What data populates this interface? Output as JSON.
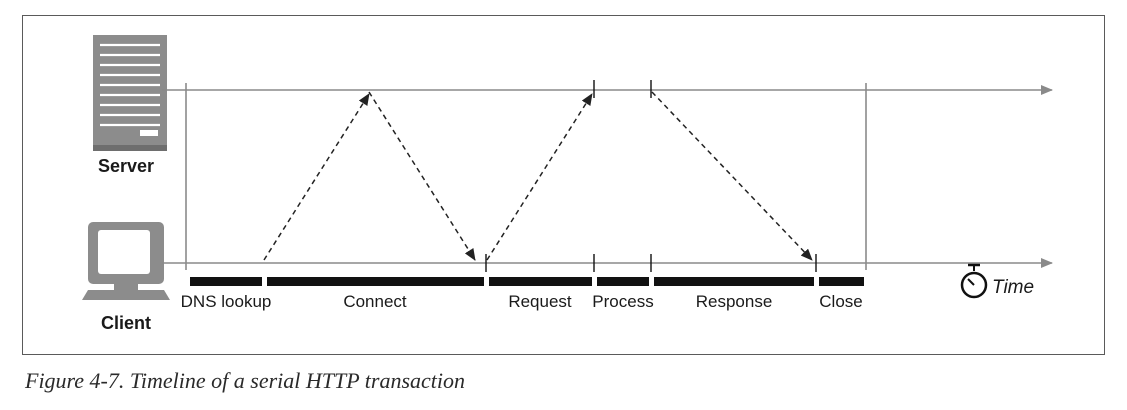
{
  "diagram": {
    "server_label": "Server",
    "client_label": "Client",
    "time_label": "Time",
    "phases": [
      {
        "id": "dns",
        "label": "DNS lookup"
      },
      {
        "id": "connect",
        "label": "Connect"
      },
      {
        "id": "request",
        "label": "Request"
      },
      {
        "id": "process",
        "label": "Process"
      },
      {
        "id": "response",
        "label": "Response"
      },
      {
        "id": "close",
        "label": "Close"
      }
    ],
    "icons": [
      "server-icon",
      "client-computer-icon",
      "stopwatch-icon"
    ],
    "colors": {
      "line": "#8a8a8a",
      "bar": "#111111",
      "icon": "#8c8c8c",
      "arrow": "#222222"
    }
  },
  "caption": "Figure 4-7. Timeline of a serial HTTP transaction"
}
